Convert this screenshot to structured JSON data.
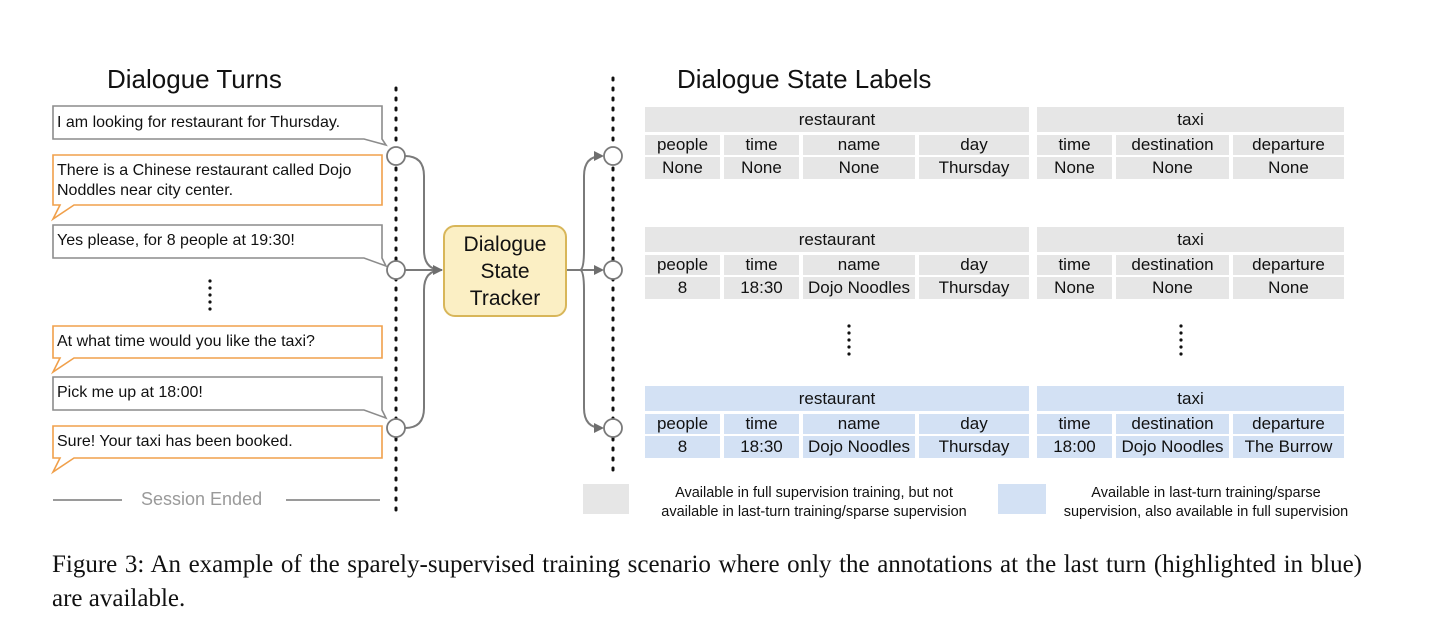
{
  "headings": {
    "turns": "Dialogue Turns",
    "labels": "Dialogue State Labels"
  },
  "turns": [
    {
      "speaker": "user",
      "lines": [
        "I am looking for restaurant for Thursday."
      ]
    },
    {
      "speaker": "system",
      "lines": [
        "There is a Chinese restaurant called Dojo",
        "Noddles near city center."
      ]
    },
    {
      "speaker": "user",
      "lines": [
        "Yes please, for 8 people at 19:30!"
      ]
    },
    {
      "speaker": "system",
      "lines": [
        "At what time would you like the taxi?"
      ]
    },
    {
      "speaker": "user",
      "lines": [
        "Pick me up at 18:00!"
      ]
    },
    {
      "speaker": "system",
      "lines": [
        "Sure! Your taxi has been booked."
      ]
    }
  ],
  "session_end": "Session Ended",
  "tracker": {
    "line1": "Dialogue",
    "line2": "State",
    "line3": "Tracker"
  },
  "state_tables": [
    {
      "highlight": false,
      "domains": [
        {
          "name": "restaurant",
          "slots": [
            "people",
            "time",
            "name",
            "day"
          ],
          "values": [
            "None",
            "None",
            "None",
            "Thursday"
          ]
        },
        {
          "name": "taxi",
          "slots": [
            "time",
            "destination",
            "departure"
          ],
          "values": [
            "None",
            "None",
            "None"
          ]
        }
      ]
    },
    {
      "highlight": false,
      "domains": [
        {
          "name": "restaurant",
          "slots": [
            "people",
            "time",
            "name",
            "day"
          ],
          "values": [
            "8",
            "18:30",
            "Dojo Noodles",
            "Thursday"
          ]
        },
        {
          "name": "taxi",
          "slots": [
            "time",
            "destination",
            "departure"
          ],
          "values": [
            "None",
            "None",
            "None"
          ]
        }
      ]
    },
    {
      "highlight": true,
      "domains": [
        {
          "name": "restaurant",
          "slots": [
            "people",
            "time",
            "name",
            "day"
          ],
          "values": [
            "8",
            "18:30",
            "Dojo Noodles",
            "Thursday"
          ]
        },
        {
          "name": "taxi",
          "slots": [
            "time",
            "destination",
            "departure"
          ],
          "values": [
            "18:00",
            "Dojo Noodles",
            "The Burrow"
          ]
        }
      ]
    }
  ],
  "legend": {
    "gray": [
      "Available in full supervision training, but not",
      "available in last-turn training/sparse supervision"
    ],
    "blue": [
      "Available in last-turn training/sparse",
      "supervision, also available in full supervision"
    ]
  },
  "colors": {
    "user_border": "#8c8c8c",
    "system_border": "#f0a04b",
    "gray_fill": "#e6e6e6",
    "blue_fill": "#d3e1f4",
    "tracker_fill": "#fbefc4",
    "tracker_border": "#d8b659",
    "connector": "#7a7a7a"
  },
  "caption": "Figure 3:  An example of the sparely-supervised training scenario where only the annotations at the last turn (highlighted in blue) are available."
}
